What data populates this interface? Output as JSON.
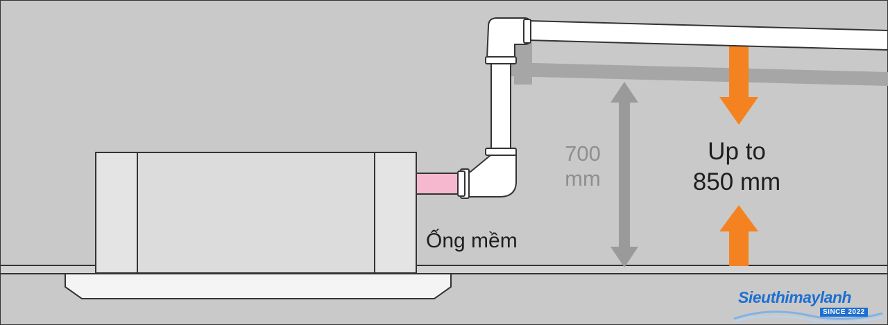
{
  "labels": {
    "ceiling_drop": "700\nmm",
    "max_lift": "Up to\n850 mm",
    "flexible_hose": "Ống mềm"
  },
  "brand": {
    "name": "Sieuthimaylanh",
    "since": "SINCE 2022"
  },
  "colors": {
    "background": "#c9c9c9",
    "arrow": "#f58220",
    "dimension_arrow": "#999999",
    "hose": "#f5b8cf",
    "pipe": "#ffffff",
    "brand": "#1e6fd0"
  }
}
